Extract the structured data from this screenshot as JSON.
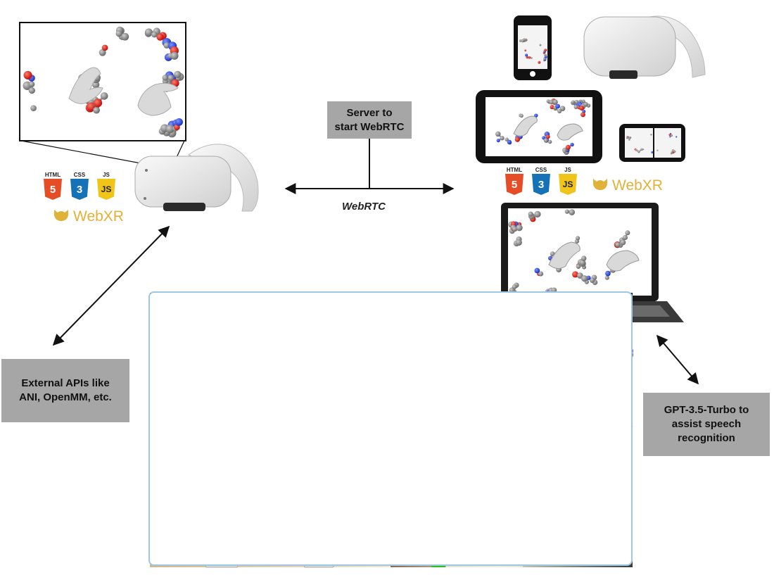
{
  "labels": {
    "server_box": "Server to\nstart WebRTC",
    "webrtc_label": "WebRTC",
    "external_apis": "External APIs like\nANI, OpenMM, etc.",
    "gpt_box": "GPT-3.5-Turbo to\nassist speech\nrecognition"
  },
  "tech_badges": {
    "html": "HTML",
    "css": "CSS",
    "js": "JS",
    "html_glyph": "5",
    "css_glyph": "3",
    "js_glyph": "JS",
    "webxr": "WebXR"
  },
  "colors": {
    "html5": "#e44d26",
    "css3": "#1572b6",
    "js": "#f0c419",
    "webxr": "#e0b23a",
    "label_box": "#a6a6a6",
    "panel_border": "#9ec7e6",
    "atom_red": "#e0201a",
    "atom_blue": "#2846e0",
    "atom_grey": "#8a8a8a",
    "hand_green": "#2fbf1c"
  }
}
